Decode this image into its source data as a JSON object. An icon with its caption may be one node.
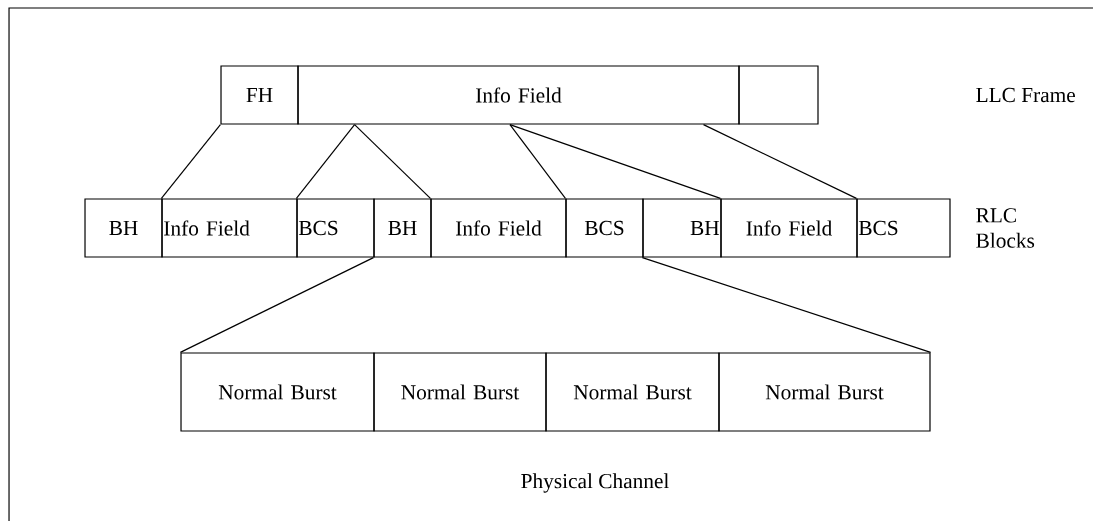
{
  "diagram": {
    "nodes": [
      {
        "text": [
          "FH"
        ]
      },
      {
        "text": [
          "Info Field"
        ]
      },
      {
        "text": [],
        "shape": "box"
      },
      {
        "text": [
          "BH"
        ]
      },
      {
        "text": [
          "Info Field"
        ]
      },
      {
        "text": [
          "BCS"
        ]
      },
      {
        "text": [
          "BH"
        ]
      },
      {
        "text": [
          "Info Field"
        ]
      },
      {
        "text": [
          "BCS"
        ]
      },
      {
        "text": [
          "BH"
        ]
      },
      {
        "text": [
          "Info Field"
        ]
      },
      {
        "text": [
          "BCS"
        ]
      },
      {
        "text": [
          "Normal Burst"
        ]
      },
      {
        "text": [
          "Normal Burst"
        ]
      },
      {
        "text": [
          "Normal Burst"
        ]
      },
      {
        "text": [
          "Normal Burst"
        ]
      }
    ],
    "edges": [
      {
        "from": 0,
        "to": 4,
        "arrow": "none"
      },
      {
        "from": 1,
        "to": 5,
        "arrow": "none"
      },
      {
        "from": 1,
        "to": 7,
        "arrow": "none"
      },
      {
        "from": 1,
        "to": 8,
        "arrow": "none"
      },
      {
        "from": 1,
        "to": 10,
        "arrow": "none"
      },
      {
        "from": 1,
        "to": 11,
        "arrow": "none"
      },
      {
        "from": 6,
        "to": 12,
        "arrow": "none"
      },
      {
        "from": 9,
        "to": 15,
        "arrow": "none"
      }
    ],
    "labels": [
      "LLC Frame",
      "RLC Blocks",
      "Physical Channel"
    ]
  }
}
